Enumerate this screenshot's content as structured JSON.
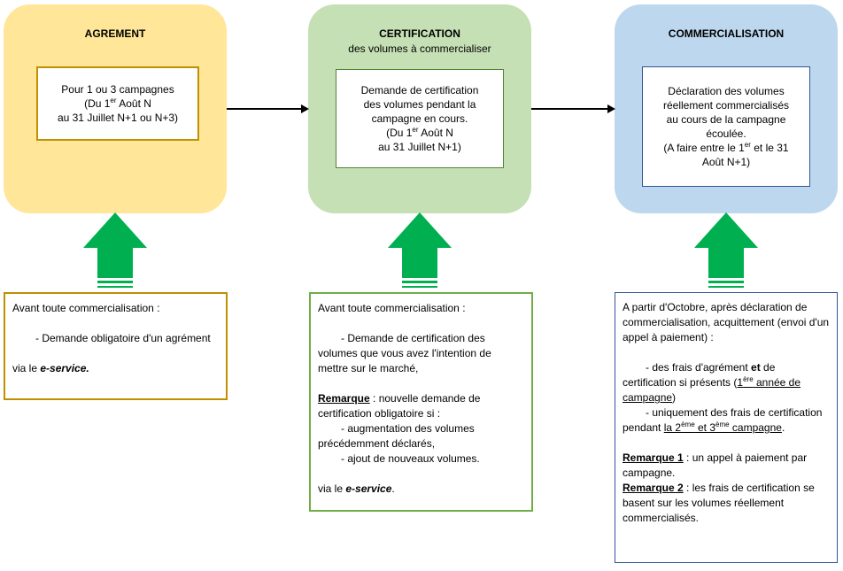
{
  "colors": {
    "agrement": "#ffe699",
    "certification": "#c5e0b4",
    "commercialisation": "#bdd7ee",
    "arrow_green": "#00b050",
    "border_gold": "#bf9000",
    "border_green": "#70ad47",
    "border_blue": "#2f5597"
  },
  "stages": {
    "agrement": {
      "title": "AGREMENT",
      "box": [
        "Pour 1 ou 3 campagnes",
        "(Du 1",
        "er",
        " Août N",
        "au 31 Juillet N+1 ou N+3)"
      ]
    },
    "certification": {
      "title": "CERTIFICATION",
      "subtitle": "des volumes à commercialiser",
      "box": [
        "Demande de certification",
        "des volumes pendant la",
        "campagne en cours.",
        "(Du 1",
        "er",
        " Août N",
        "au 31 Juillet N+1)"
      ]
    },
    "commercialisation": {
      "title": "COMMERCIALISATION",
      "box": [
        "Déclaration des volumes",
        "réellement commercialisés",
        "au cours de la campagne",
        "écoulée.",
        "(A faire entre le 1",
        "er",
        " et le 31",
        "Août N+1)"
      ]
    }
  },
  "notes": {
    "agrement": {
      "l1": "Avant toute commercialisation :",
      "l2": "- Demande obligatoire d'un agrément",
      "l3a": "via le ",
      "l3b": "e-service."
    },
    "certification": {
      "l1": "Avant toute commercialisation :",
      "l2": "- Demande de certification des volumes que vous avez l'intention de mettre sur le marché,",
      "rem_label": "Remarque",
      "rem_text": " : nouvelle demande de certification obligatoire si :",
      "i1": "- augmentation des volumes précédemment déclarés,",
      "i2": "- ajout de nouveaux volumes.",
      "l_end_a": "via le ",
      "l_end_b": "e-service",
      "l_end_c": "."
    },
    "commercialisation": {
      "l1": "A partir d'Octobre, après déclaration de commercialisation, acquittement (envoi d'un appel à paiement) :",
      "i1a": "- des frais d'agrément ",
      "i1b": "et",
      "i1c": " de certification si présents (",
      "i1d": "1",
      "i1e": "ère",
      "i1f": " année de campagne",
      "i1g": ")",
      "i2a": "- uniquement des frais de certification pendant ",
      "i2b": "la 2",
      "i2c": "ème",
      "i2d": " et 3",
      "i2e": "ème",
      "i2f": " campagne",
      "i2g": ".",
      "r1_label": "Remarque 1",
      "r1_text": " : un appel à paiement par campagne.",
      "r2_label": "Remarque 2",
      "r2_text": " : les frais de certification se basent sur les volumes réellement commercialisés."
    }
  }
}
